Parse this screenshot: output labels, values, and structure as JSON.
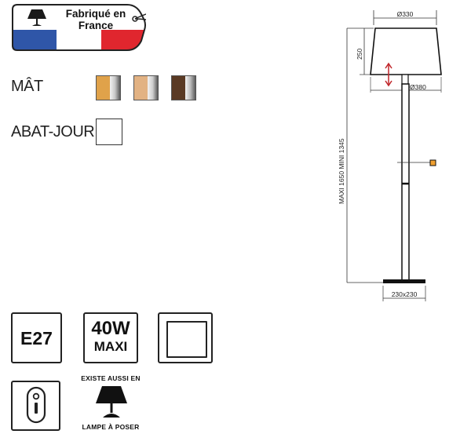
{
  "badge": {
    "line1": "Fabriqué en",
    "line2": "France",
    "flag_colors": [
      "#2f56a8",
      "#ffffff",
      "#e0262e"
    ],
    "icon": "table-lamp-icon"
  },
  "finishes": {
    "mat_label": "MÂT",
    "mat_swatches": [
      {
        "name": "wood-light-chrome",
        "wood": "#e0a24a",
        "metal": "#c8c8c8"
      },
      {
        "name": "wood-natural-chrome",
        "wood": "#e2b283",
        "metal": "#cfcfcf"
      },
      {
        "name": "wood-dark-chrome",
        "wood": "#5a3a24",
        "metal": "#bdbdbd"
      }
    ],
    "abat_label": "ABAT-JOUR",
    "abat_color": "#ffffff"
  },
  "drawing": {
    "top_diameter": "Ø330",
    "bottom_diameter": "Ø380",
    "shade_height": "250",
    "height_range": "MAXI 1650 MINI 1345",
    "base_size": "230x230",
    "switch_color": "#f0a030",
    "arrow_color": "#c0262a"
  },
  "specs": {
    "socket": "E27",
    "wattage": "40W",
    "wattage_note": "MAXI",
    "class_icon": "double-insulation-icon",
    "switch_icon": "rocker-switch-icon",
    "also_exists": "EXISTE AUSSI EN",
    "table_lamp_label": "LAMPE À POSER",
    "table_lamp_icon": "table-lamp-icon"
  }
}
